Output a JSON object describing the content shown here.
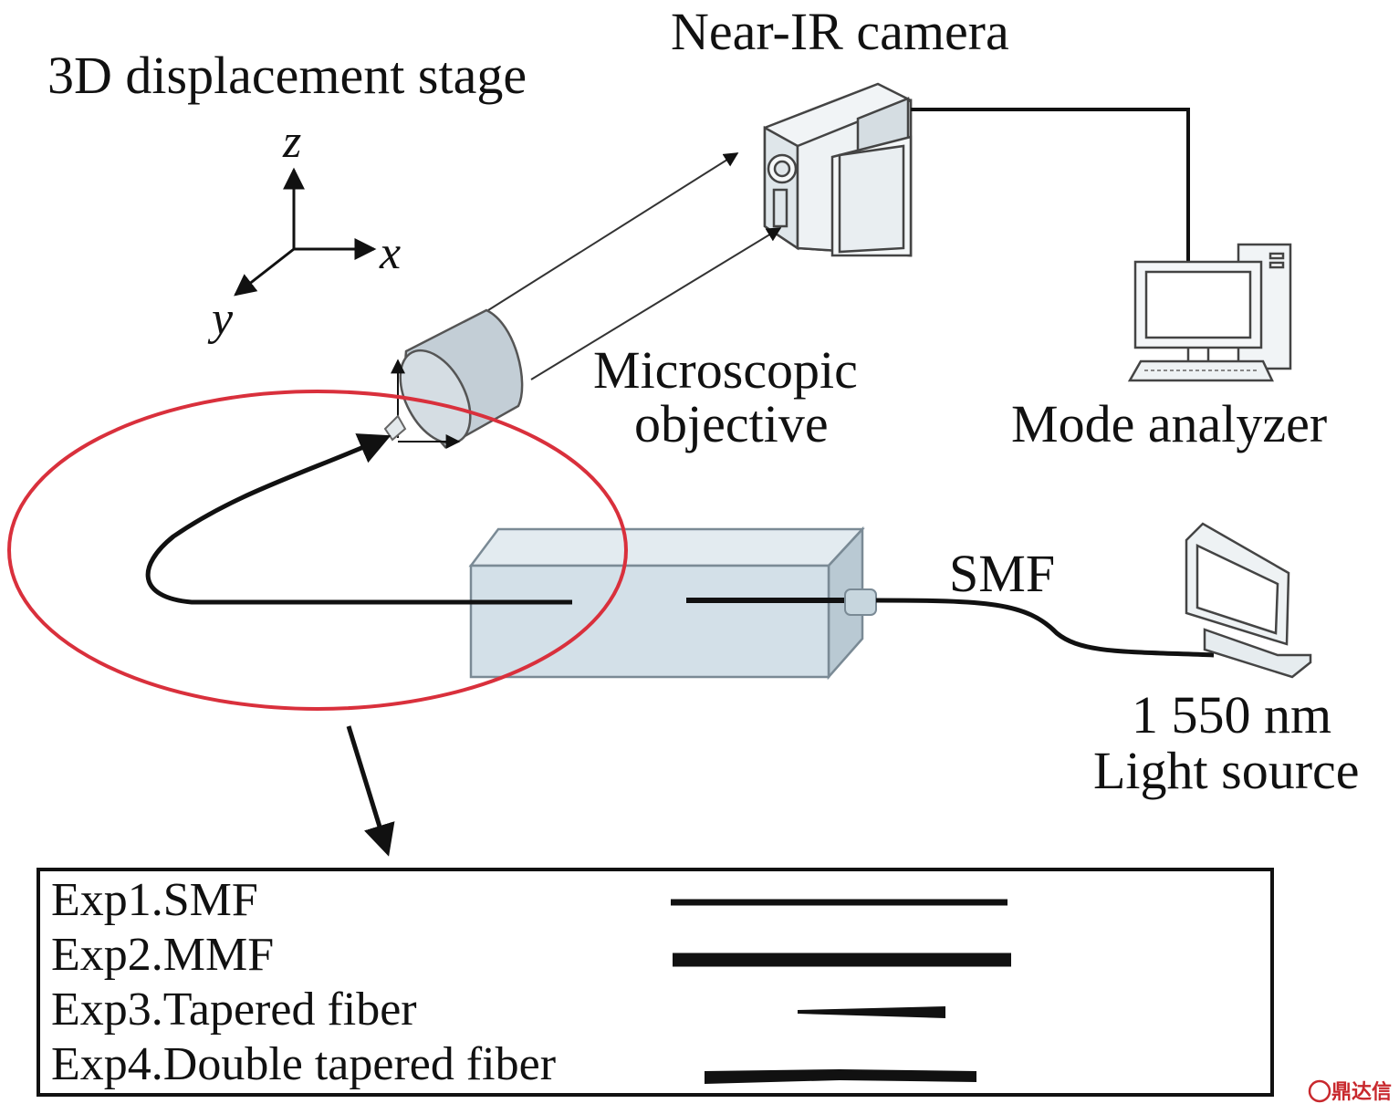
{
  "labels": {
    "stage": "3D displacement stage",
    "camera": "Near-IR camera",
    "objective_line1": "Microscopic",
    "objective_line2": "objective",
    "analyzer": "Mode analyzer",
    "smf": "SMF",
    "source_line1": "1 550 nm",
    "source_line2": "Light source"
  },
  "axes": {
    "z": "z",
    "x": "x",
    "y": "y"
  },
  "experiments": [
    {
      "label": "Exp1.SMF",
      "fiber_shape": "thin-line"
    },
    {
      "label": "Exp2.MMF",
      "fiber_shape": "thick-line"
    },
    {
      "label": "Exp3.Tapered fiber",
      "fiber_shape": "single-taper"
    },
    {
      "label": "Exp4.Double tapered fiber",
      "fiber_shape": "double-taper"
    }
  ],
  "watermark": "鼎达信",
  "colors": {
    "highlight_ellipse": "#d9303c",
    "fiber": "#111111",
    "box_fill": "#d3e0e8",
    "device_fill": "#e6ecef"
  }
}
